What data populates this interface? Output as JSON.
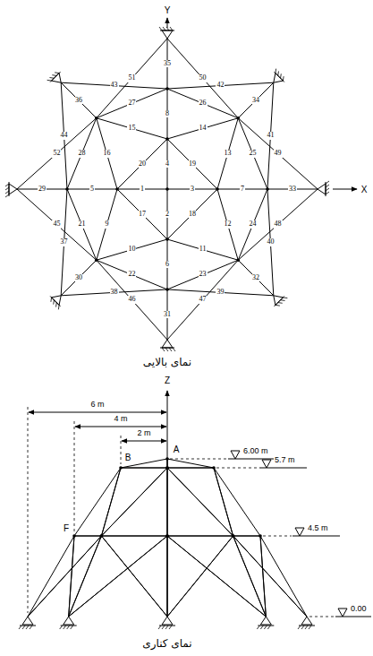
{
  "diagram": {
    "labels": [
      "Y",
      "X",
      "1",
      "2",
      "3",
      "4",
      "5",
      "6",
      "7",
      "8",
      "9",
      "10",
      "11",
      "12",
      "13",
      "14",
      "15",
      "16",
      "17",
      "18",
      "19",
      "20",
      "21",
      "22",
      "23",
      "24",
      "25",
      "26",
      "27",
      "28",
      "29",
      "30",
      "31",
      "32",
      "33",
      "34",
      "35",
      "36",
      "37",
      "38",
      "39",
      "40",
      "41",
      "42",
      "43",
      "44",
      "45",
      "46",
      "47",
      "48",
      "49",
      "50",
      "51",
      "52",
      "نمای بالایی",
      "Z",
      "6 m",
      "4 m",
      "2 m",
      "A",
      "B",
      "F",
      "6.00 m",
      "5.7 m",
      "4.5 m",
      "0.00",
      "نمای کناری"
    ]
  }
}
